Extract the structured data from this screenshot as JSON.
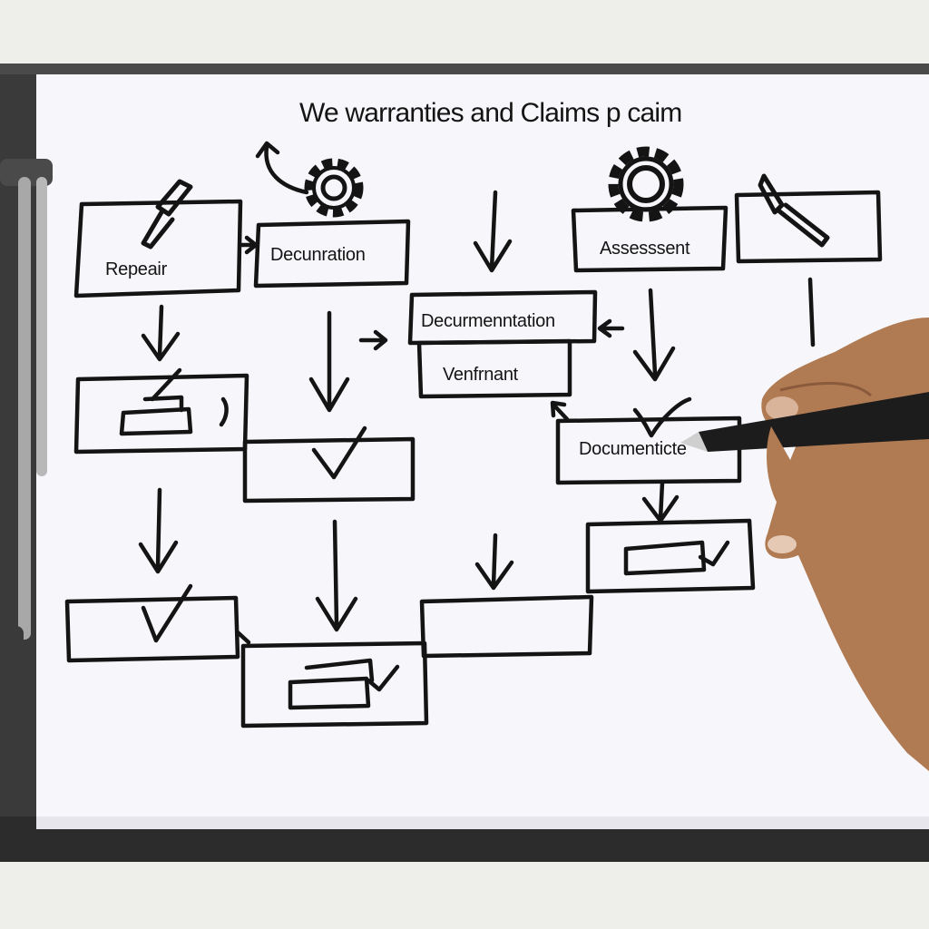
{
  "title": "We warranties and Claims p caim",
  "boxes": {
    "repair": "Repeair",
    "decuntration": "Decunration",
    "documentation": "Decurmenntation",
    "verification": "Venfrnant",
    "assessment": "Assesssent",
    "documenter": "Documenticte"
  },
  "colors": {
    "ink": "#141414",
    "paper": "#f7f7fb",
    "binder": "#3a3a3a",
    "skin": "#b07a52"
  }
}
